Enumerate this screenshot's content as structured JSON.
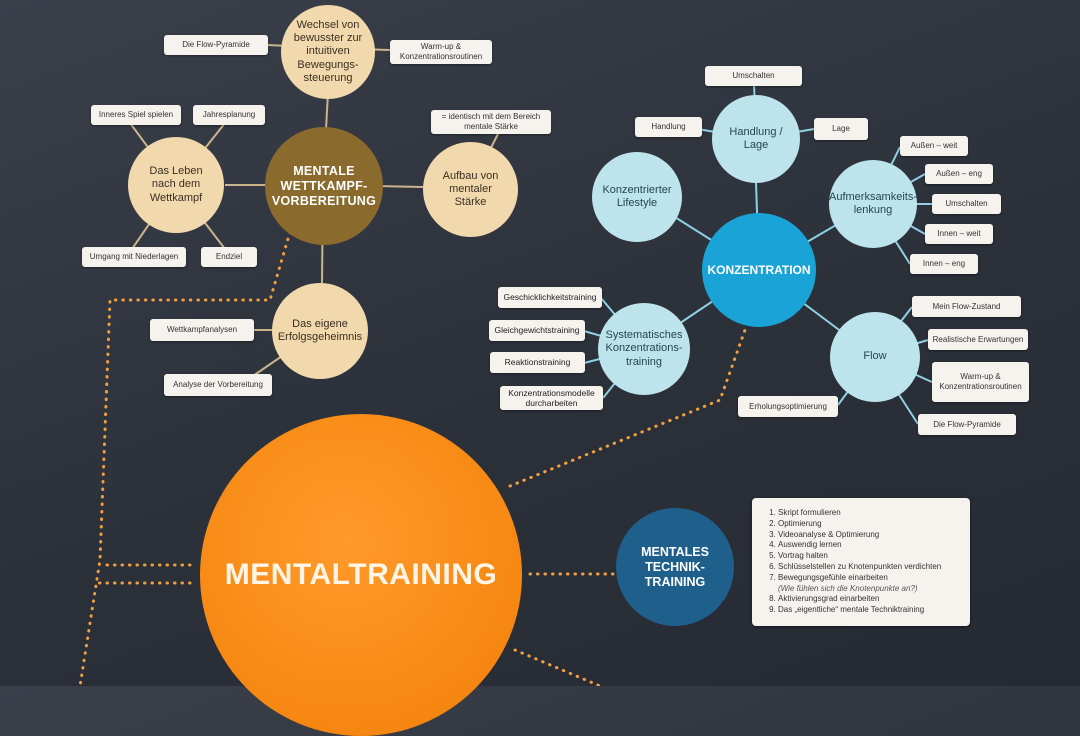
{
  "center": {
    "label": "MENTALTRAINING",
    "color": "#f68712"
  },
  "wettkampf": {
    "main": "MENTALE WETTKAMPF-VORBEREITUNG",
    "subs": [
      {
        "id": "wechsel",
        "label": "Wechsel von bewusster zur intuitiven Bewegungs-steuerung",
        "tags": [
          "Die Flow-Pyramide",
          "Warm-up & Konzentrationsroutinen"
        ]
      },
      {
        "id": "leben",
        "label": "Das Leben nach dem Wettkampf",
        "tags": [
          "Inneres Spiel spielen",
          "Jahresplanung",
          "Umgang mit Niederlagen",
          "Endziel"
        ]
      },
      {
        "id": "aufbau",
        "label": "Aufbau von mentaler Stärke",
        "tags": [
          "= identisch mit dem Bereich mentale Stärke"
        ]
      },
      {
        "id": "erfolg",
        "label": "Das eigene Erfolgsgeheimnis",
        "tags": [
          "Wettkampfanalysen",
          "Analyse der Vorbereitung"
        ]
      }
    ]
  },
  "konzentration": {
    "main": "KONZENTRATION",
    "subs": [
      {
        "id": "handlung",
        "label": "Handlung / Lage",
        "tags": [
          "Umschalten",
          "Handlung",
          "Lage"
        ]
      },
      {
        "id": "lifestyle",
        "label": "Konzentrierter Lifestyle",
        "tags": []
      },
      {
        "id": "aufmerk",
        "label": "Aufmerksamkeits-lenkung",
        "tags": [
          "Außen – weit",
          "Außen – eng",
          "Umschalten",
          "Innen – weit",
          "Innen – eng"
        ]
      },
      {
        "id": "system",
        "label": "Systematisches Konzentrations-training",
        "tags": [
          "Geschicklichkeitstraining",
          "Gleichgewichtstraining",
          "Reaktionstraining",
          "Konzentrationsmodelle durcharbeiten"
        ]
      },
      {
        "id": "flow",
        "label": "Flow",
        "tags": [
          "Mein Flow-Zustand",
          "Realistische Erwartungen",
          "Warm-up & Konzentrationsroutinen",
          "Erholungsoptimierung",
          "Die Flow-Pyramide"
        ]
      }
    ]
  },
  "technik": {
    "main": "MENTALES TECHNIK-TRAINING",
    "steps": [
      "Skript formulieren",
      "Optimierung",
      "Videoanalyse & Optimierung",
      "Auswendig lernen",
      "Vortrag halten",
      "Schlüsselstellen zu Knotenpunkten verdichten",
      "Bewegungsgefühle einarbeiten",
      "Aktivierungsgrad einarbeiten",
      "Das „eigentliche“ mentale Techniktraining"
    ],
    "step7_note": "(Wie fühlen sich die Knotenpunkte an?)"
  },
  "colors": {
    "background": "#2b3039",
    "tan": "#f1d9ad",
    "brown": "#8b6a2e",
    "light_blue": "#bde4ec",
    "blue": "#1aa3d6",
    "navy": "#1f5f8c",
    "dots": "#f0a040"
  }
}
